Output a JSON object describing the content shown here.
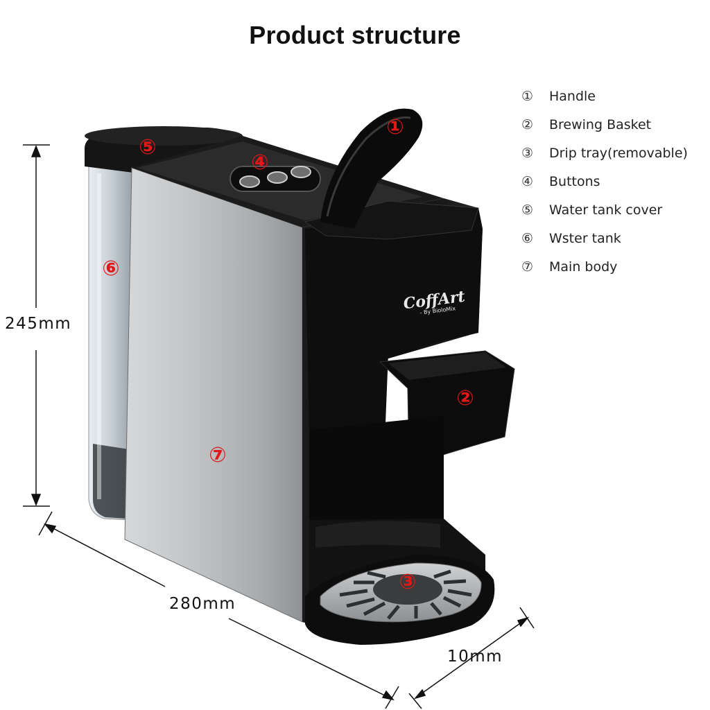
{
  "title": "Product structure",
  "legend": [
    {
      "num": "①",
      "label": "Handle"
    },
    {
      "num": "②",
      "label": "Brewing Basket"
    },
    {
      "num": "③",
      "label": "Drip tray(removable)"
    },
    {
      "num": "④",
      "label": "Buttons"
    },
    {
      "num": "⑤",
      "label": "Water tank cover"
    },
    {
      "num": "⑥",
      "label": "Wster tank"
    },
    {
      "num": "⑦",
      "label": "Main body"
    }
  ],
  "dimensions": {
    "height": "245mm",
    "width": "280mm",
    "depth": "10mm"
  },
  "brand": {
    "logo": "CoffArt",
    "sub": "- By BioloMix"
  },
  "callouts": {
    "c1": "①",
    "c2": "②",
    "c3": "③",
    "c4": "④",
    "c5": "⑤",
    "c6": "⑥",
    "c7": "⑦"
  },
  "colors": {
    "callout": "#e01818",
    "body_black": "#111111",
    "steel": "#b9bcbf"
  }
}
